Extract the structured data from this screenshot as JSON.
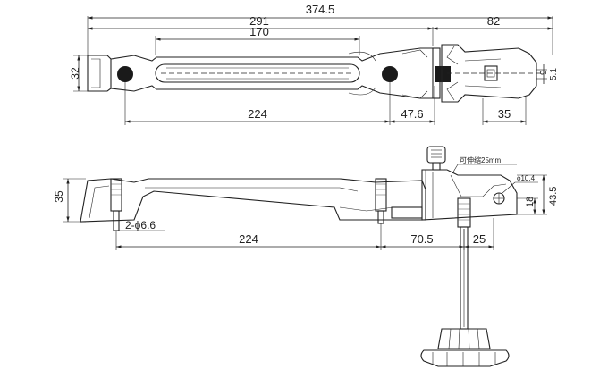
{
  "top_view": {
    "dims": {
      "overall_length": "374.5",
      "length_291": "291",
      "slot_length": "170",
      "right_width": "82",
      "height_32": "32",
      "small_9": "9",
      "small_51": "5.1",
      "hole_spacing": "224",
      "offset_476": "47.6",
      "offset_35": "35"
    }
  },
  "side_view": {
    "dims": {
      "height_35": "35",
      "pin_label": "2-ϕ6.6",
      "hole_spacing": "224",
      "offset_705": "70.5",
      "offset_25": "25",
      "adjust_note": "可伸缩25mm",
      "hole_dia": "ϕ10.4",
      "height_18": "18",
      "height_435": "43.5"
    }
  },
  "colors": {
    "line": "#222222",
    "solid_fill": "#1a1a1a",
    "background": "#ffffff"
  }
}
